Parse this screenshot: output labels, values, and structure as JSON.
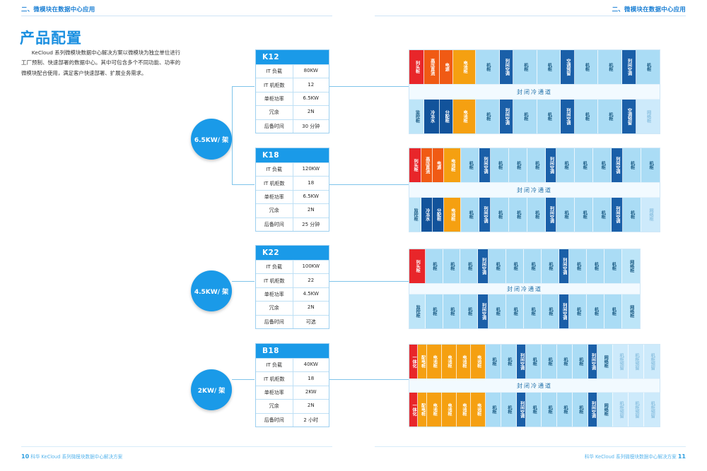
{
  "header": {
    "left": "二、微模块在数据中心应用",
    "right": "二、微模块在数据中心应用"
  },
  "title": "产品配置",
  "intro": "KeCloud 系列微模块数据中心解决方案以微模块为独立单位进行工厂预制、快速部署的数据中心。其中可包含多个不同功能、功率的微模块配合使用，满足客户快速部署、扩展业务需求。",
  "footer": {
    "left_page": "10",
    "left_text": "科华 KeCloud 系列微模块数据中心解决方案",
    "right_text": "科华 KeCloud 系列微模块数据中心解决方案",
    "right_page": "11"
  },
  "colors": {
    "accent": "#1a9ae8",
    "title": "#1a8fe0",
    "red": "#e8262a",
    "orange_dark": "#f05a14",
    "orange": "#f5a011",
    "light_blue": "#aadcf5",
    "dark_blue": "#1a5fa8",
    "aisle": "#f2faff"
  },
  "circles": [
    {
      "label": "6.5KW/ 架"
    },
    {
      "label": "4.5KW/ 架"
    },
    {
      "label": "2KW/ 架"
    }
  ],
  "spec_keys": [
    "IT 负载",
    "IT 机柜数",
    "单柜功率",
    "冗余",
    "后备时间"
  ],
  "specs": [
    {
      "name": "K12",
      "rows": [
        {
          "key": "IT 负载",
          "value": "80KW"
        },
        {
          "key": "IT 机柜数",
          "value": "12"
        },
        {
          "key": "单柜功率",
          "value": "6.5KW"
        },
        {
          "key": "冗余",
          "value": "2N"
        },
        {
          "key": "后备时间",
          "value": "30 分钟"
        }
      ]
    },
    {
      "name": "K18",
      "rows": [
        {
          "key": "IT 负载",
          "value": "120KW"
        },
        {
          "key": "IT 机柜数",
          "value": "18"
        },
        {
          "key": "单柜功率",
          "value": "6.5KW"
        },
        {
          "key": "冗余",
          "value": "2N"
        },
        {
          "key": "后备时间",
          "value": "25 分钟"
        }
      ]
    },
    {
      "name": "K22",
      "rows": [
        {
          "key": "IT 负载",
          "value": "100KW"
        },
        {
          "key": "IT 机柜数",
          "value": "22"
        },
        {
          "key": "单柜功率",
          "value": "4.5KW"
        },
        {
          "key": "冗余",
          "value": "2N"
        },
        {
          "key": "后备时间",
          "value": "可选"
        }
      ]
    },
    {
      "name": "B18",
      "rows": [
        {
          "key": "IT 负载",
          "value": "40KW"
        },
        {
          "key": "IT 机柜数",
          "value": "18"
        },
        {
          "key": "单柜功率",
          "value": "2KW"
        },
        {
          "key": "冗余",
          "value": "2N"
        },
        {
          "key": "后备时间",
          "value": "2 小时"
        }
      ]
    }
  ],
  "aisle_label": "封闭冷通道",
  "racks": [
    {
      "id": "K12",
      "top": [
        {
          "label": "列头柜",
          "color": "red",
          "w": 14
        },
        {
          "label": "高压直流",
          "color": "orange2",
          "w": 14
        },
        {
          "label": "电源",
          "color": "orange2",
          "w": 13
        },
        {
          "label": "电池柜",
          "color": "orange",
          "w": 21
        },
        {
          "label": "机柜",
          "color": "lblue",
          "w": 22
        },
        {
          "label": "列间空调",
          "color": "dblue",
          "w": 13
        },
        {
          "label": "机柜",
          "color": "lblue",
          "w": 22
        },
        {
          "label": "机柜",
          "color": "lblue",
          "w": 22
        },
        {
          "label": "空调预留",
          "color": "dblue",
          "w": 13
        },
        {
          "label": "机柜",
          "color": "lblue",
          "w": 22
        },
        {
          "label": "机柜",
          "color": "lblue",
          "w": 22
        },
        {
          "label": "列间空调",
          "color": "dblue",
          "w": 13
        },
        {
          "label": "机柜",
          "color": "lblue",
          "w": 22
        }
      ],
      "bottom": [
        {
          "label": "监控柜",
          "color": "lblue2",
          "w": 14
        },
        {
          "label": "冷冻水",
          "color": "dblue2",
          "w": 14
        },
        {
          "label": "分配柜",
          "color": "dblue2",
          "w": 13
        },
        {
          "label": "电池柜",
          "color": "orange",
          "w": 21
        },
        {
          "label": "机柜",
          "color": "lblue",
          "w": 22
        },
        {
          "label": "列间空调",
          "color": "dblue",
          "w": 13
        },
        {
          "label": "机柜",
          "color": "lblue",
          "w": 22
        },
        {
          "label": "机柜",
          "color": "lblue",
          "w": 22
        },
        {
          "label": "列间空调",
          "color": "dblue",
          "w": 13
        },
        {
          "label": "机柜",
          "color": "lblue",
          "w": 22
        },
        {
          "label": "机柜",
          "color": "lblue",
          "w": 22
        },
        {
          "label": "空调预留",
          "color": "dblue",
          "w": 13
        },
        {
          "label": "网络柜",
          "color": "ghost",
          "w": 22
        }
      ]
    },
    {
      "id": "K18",
      "top": [
        {
          "label": "列头柜",
          "color": "red",
          "w": 14
        },
        {
          "label": "高压直流",
          "color": "orange2",
          "w": 14
        },
        {
          "label": "电源",
          "color": "orange2",
          "w": 13
        },
        {
          "label": "电池柜",
          "color": "orange",
          "w": 21
        },
        {
          "label": "机柜",
          "color": "lblue",
          "w": 22
        },
        {
          "label": "列间空调",
          "color": "dblue",
          "w": 13
        },
        {
          "label": "机柜",
          "color": "lblue",
          "w": 22
        },
        {
          "label": "机柜",
          "color": "lblue",
          "w": 22
        },
        {
          "label": "机柜",
          "color": "lblue",
          "w": 22
        },
        {
          "label": "列间空调",
          "color": "dblue",
          "w": 13
        },
        {
          "label": "机柜",
          "color": "lblue",
          "w": 22
        },
        {
          "label": "机柜",
          "color": "lblue",
          "w": 22
        },
        {
          "label": "机柜",
          "color": "lblue",
          "w": 22
        },
        {
          "label": "列间空调",
          "color": "dblue",
          "w": 13
        },
        {
          "label": "机柜",
          "color": "lblue",
          "w": 22
        },
        {
          "label": "机柜",
          "color": "lblue",
          "w": 22
        }
      ],
      "bottom": [
        {
          "label": "监控柜",
          "color": "lblue2",
          "w": 14
        },
        {
          "label": "冷冻水",
          "color": "dblue2",
          "w": 14
        },
        {
          "label": "分配柜",
          "color": "dblue2",
          "w": 13
        },
        {
          "label": "电池柜",
          "color": "orange",
          "w": 21
        },
        {
          "label": "机柜",
          "color": "lblue",
          "w": 22
        },
        {
          "label": "列间空调",
          "color": "dblue",
          "w": 13
        },
        {
          "label": "机柜",
          "color": "lblue",
          "w": 22
        },
        {
          "label": "机柜",
          "color": "lblue",
          "w": 22
        },
        {
          "label": "机柜",
          "color": "lblue",
          "w": 22
        },
        {
          "label": "列间空调",
          "color": "dblue",
          "w": 13
        },
        {
          "label": "机柜",
          "color": "lblue",
          "w": 22
        },
        {
          "label": "机柜",
          "color": "lblue",
          "w": 22
        },
        {
          "label": "机柜",
          "color": "lblue",
          "w": 22
        },
        {
          "label": "列间空调",
          "color": "dblue",
          "w": 13
        },
        {
          "label": "机柜",
          "color": "lblue",
          "w": 22
        },
        {
          "label": "网络柜",
          "color": "ghost",
          "w": 22
        }
      ]
    },
    {
      "id": "K22",
      "top": [
        {
          "label": "列头柜",
          "color": "red",
          "w": 20
        },
        {
          "label": "机柜",
          "color": "lblue",
          "w": 22
        },
        {
          "label": "机柜",
          "color": "lblue",
          "w": 22
        },
        {
          "label": "机柜",
          "color": "lblue",
          "w": 22
        },
        {
          "label": "列间空调",
          "color": "dblue",
          "w": 13
        },
        {
          "label": "机柜",
          "color": "lblue",
          "w": 22
        },
        {
          "label": "机柜",
          "color": "lblue",
          "w": 22
        },
        {
          "label": "机柜",
          "color": "lblue",
          "w": 22
        },
        {
          "label": "机柜",
          "color": "lblue",
          "w": 22
        },
        {
          "label": "列间空调",
          "color": "dblue",
          "w": 13
        },
        {
          "label": "机柜",
          "color": "lblue",
          "w": 22
        },
        {
          "label": "机柜",
          "color": "lblue",
          "w": 22
        },
        {
          "label": "机柜",
          "color": "lblue",
          "w": 22
        },
        {
          "label": "网络柜",
          "color": "lblue2",
          "w": 22
        }
      ],
      "bottom": [
        {
          "label": "监控柜",
          "color": "lblue2",
          "w": 20
        },
        {
          "label": "机柜",
          "color": "lblue",
          "w": 22
        },
        {
          "label": "机柜",
          "color": "lblue",
          "w": 22
        },
        {
          "label": "机柜",
          "color": "lblue",
          "w": 22
        },
        {
          "label": "列间空调",
          "color": "dblue",
          "w": 13
        },
        {
          "label": "机柜",
          "color": "lblue",
          "w": 22
        },
        {
          "label": "机柜",
          "color": "lblue",
          "w": 22
        },
        {
          "label": "机柜",
          "color": "lblue",
          "w": 22
        },
        {
          "label": "机柜",
          "color": "lblue",
          "w": 22
        },
        {
          "label": "列间空调",
          "color": "dblue",
          "w": 13
        },
        {
          "label": "机柜",
          "color": "lblue",
          "w": 22
        },
        {
          "label": "机柜",
          "color": "lblue",
          "w": 22
        },
        {
          "label": "机柜",
          "color": "lblue",
          "w": 22
        },
        {
          "label": "网络柜",
          "color": "lblue2",
          "w": 22
        }
      ]
    },
    {
      "id": "B18",
      "top": [
        {
          "label": "一体化",
          "color": "red",
          "w": 12
        },
        {
          "label": "配电柜",
          "color": "orange",
          "w": 12
        },
        {
          "label": "电池柜",
          "color": "orange",
          "w": 20
        },
        {
          "label": "电池柜",
          "color": "orange",
          "w": 20
        },
        {
          "label": "电池柜",
          "color": "orange",
          "w": 20
        },
        {
          "label": "电池柜",
          "color": "orange",
          "w": 20
        },
        {
          "label": "机柜",
          "color": "lblue",
          "w": 21
        },
        {
          "label": "机柜",
          "color": "lblue",
          "w": 21
        },
        {
          "label": "列间空调",
          "color": "dblue",
          "w": 13
        },
        {
          "label": "机柜",
          "color": "lblue",
          "w": 21
        },
        {
          "label": "机柜",
          "color": "lblue",
          "w": 21
        },
        {
          "label": "机柜",
          "color": "lblue",
          "w": 21
        },
        {
          "label": "机柜",
          "color": "lblue",
          "w": 21
        },
        {
          "label": "列间空调",
          "color": "dblue",
          "w": 13
        },
        {
          "label": "网络柜",
          "color": "lblue2",
          "w": 21
        },
        {
          "label": "机柜预留",
          "color": "ghost",
          "w": 21
        },
        {
          "label": "机柜预留",
          "color": "ghost",
          "w": 21
        },
        {
          "label": "机柜预留",
          "color": "ghost",
          "w": 21
        }
      ],
      "bottom": [
        {
          "label": "一体化",
          "color": "red",
          "w": 12
        },
        {
          "label": "配电柜",
          "color": "orange",
          "w": 12
        },
        {
          "label": "电池柜",
          "color": "orange",
          "w": 20
        },
        {
          "label": "电池柜",
          "color": "orange",
          "w": 20
        },
        {
          "label": "电池柜",
          "color": "orange",
          "w": 20
        },
        {
          "label": "电池柜",
          "color": "orange",
          "w": 20
        },
        {
          "label": "机柜",
          "color": "lblue",
          "w": 21
        },
        {
          "label": "机柜",
          "color": "lblue",
          "w": 21
        },
        {
          "label": "列间空调",
          "color": "dblue",
          "w": 13
        },
        {
          "label": "机柜",
          "color": "lblue",
          "w": 21
        },
        {
          "label": "机柜",
          "color": "lblue",
          "w": 21
        },
        {
          "label": "机柜",
          "color": "lblue",
          "w": 21
        },
        {
          "label": "机柜",
          "color": "lblue",
          "w": 21
        },
        {
          "label": "列间空调",
          "color": "dblue",
          "w": 13
        },
        {
          "label": "网络柜",
          "color": "lblue2",
          "w": 21
        },
        {
          "label": "机柜预留",
          "color": "ghost",
          "w": 21
        },
        {
          "label": "机柜预留",
          "color": "ghost",
          "w": 21
        },
        {
          "label": "机柜预留",
          "color": "ghost",
          "w": 21
        }
      ]
    }
  ]
}
